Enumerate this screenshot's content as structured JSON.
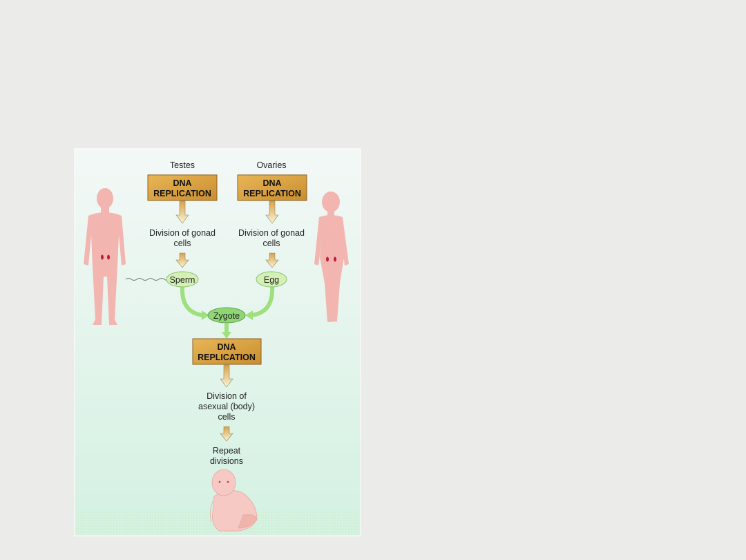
{
  "diagram": {
    "left_source": "Testes",
    "right_source": "Ovaries",
    "left_box": [
      "DNA",
      "REPLICATION"
    ],
    "right_box": [
      "DNA",
      "REPLICATION"
    ],
    "left_division": [
      "Division of gonad",
      "cells"
    ],
    "right_division": [
      "Division of gonad",
      "cells"
    ],
    "sperm": "Sperm",
    "egg": "Egg",
    "zygote": "Zygote",
    "center_box": [
      "DNA",
      "REPLICATION"
    ],
    "body_division": [
      "Division of",
      "asexual (body)",
      "cells"
    ],
    "repeat": [
      "Repeat",
      "divisions"
    ]
  },
  "colors": {
    "box_fill": "#d9a445",
    "cell_fill": "#d4f0b4",
    "zygote_fill": "#8fd676",
    "arrow_green": "#9ee07e",
    "figure_pink": "#f3b5b0",
    "panel_top": "#f2f8f5",
    "panel_bottom": "#d6f2e4"
  }
}
